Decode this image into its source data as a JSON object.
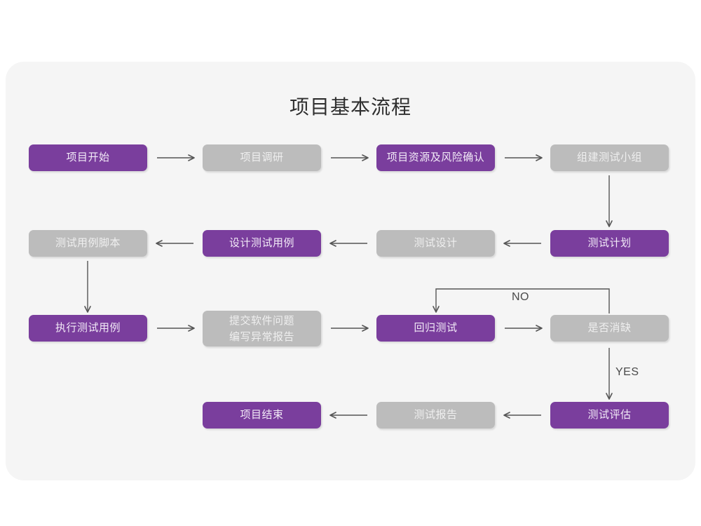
{
  "page": {
    "title": "项目基本流程",
    "background_color": "#ffffff",
    "card_color": "#f5f5f5"
  },
  "palette": {
    "purple": "#7a3e9d",
    "purple_text": "#f2eaf7",
    "gray": "#bcbcbc",
    "gray_text": "#efefef",
    "arrow": "#555555",
    "title_text": "#2f2f2f",
    "label_text": "#4a4a4a"
  },
  "nodes": [
    {
      "id": "n1",
      "label": "项目开始",
      "style": "purple",
      "row": 1
    },
    {
      "id": "n2",
      "label": "项目调研",
      "style": "gray",
      "row": 1
    },
    {
      "id": "n3",
      "label": "项目资源及风险确认",
      "style": "purple",
      "row": 1
    },
    {
      "id": "n4",
      "label": "组建测试小组",
      "style": "gray",
      "row": 1
    },
    {
      "id": "n5",
      "label": "测试用例脚本",
      "style": "gray",
      "row": 2
    },
    {
      "id": "n6",
      "label": "设计测试用例",
      "style": "purple",
      "row": 2
    },
    {
      "id": "n7",
      "label": "测试设计",
      "style": "gray",
      "row": 2
    },
    {
      "id": "n8",
      "label": "测试计划",
      "style": "purple",
      "row": 2
    },
    {
      "id": "n9",
      "label": "执行测试用例",
      "style": "purple",
      "row": 3
    },
    {
      "id": "n10",
      "label": "提交软件问题\n编写异常报告",
      "style": "gray",
      "row": 3
    },
    {
      "id": "n11",
      "label": "回归测试",
      "style": "purple",
      "row": 3
    },
    {
      "id": "n12",
      "label": "是否消缺",
      "style": "gray",
      "row": 3
    },
    {
      "id": "n13",
      "label": "项目结束",
      "style": "purple",
      "row": 4
    },
    {
      "id": "n14",
      "label": "测试报告",
      "style": "gray",
      "row": 4
    },
    {
      "id": "n15",
      "label": "测试评估",
      "style": "purple",
      "row": 4
    }
  ],
  "edge_labels": {
    "no": "NO",
    "yes": "YES"
  },
  "chart_data": {
    "type": "diagram",
    "title": "项目基本流程",
    "nodes": [
      "项目开始",
      "项目调研",
      "项目资源及风险确认",
      "组建测试小组",
      "测试用例脚本",
      "设计测试用例",
      "测试设计",
      "测试计划",
      "执行测试用例",
      "提交软件问题 编写异常报告",
      "回归测试",
      "是否消缺",
      "项目结束",
      "测试报告",
      "测试评估"
    ],
    "edges": [
      {
        "from": "项目开始",
        "to": "项目调研",
        "direction": "right",
        "label": ""
      },
      {
        "from": "项目调研",
        "to": "项目资源及风险确认",
        "direction": "right",
        "label": ""
      },
      {
        "from": "项目资源及风险确认",
        "to": "组建测试小组",
        "direction": "right",
        "label": ""
      },
      {
        "from": "组建测试小组",
        "to": "测试计划",
        "direction": "down",
        "label": ""
      },
      {
        "from": "测试计划",
        "to": "测试设计",
        "direction": "left",
        "label": ""
      },
      {
        "from": "测试设计",
        "to": "设计测试用例",
        "direction": "left",
        "label": ""
      },
      {
        "from": "设计测试用例",
        "to": "测试用例脚本",
        "direction": "left",
        "label": ""
      },
      {
        "from": "测试用例脚本",
        "to": "执行测试用例",
        "direction": "down",
        "label": ""
      },
      {
        "from": "执行测试用例",
        "to": "提交软件问题 编写异常报告",
        "direction": "right",
        "label": ""
      },
      {
        "from": "提交软件问题 编写异常报告",
        "to": "回归测试",
        "direction": "right",
        "label": ""
      },
      {
        "from": "回归测试",
        "to": "是否消缺",
        "direction": "right",
        "label": ""
      },
      {
        "from": "是否消缺",
        "to": "回归测试",
        "direction": "loop-up-left-down",
        "label": "NO"
      },
      {
        "from": "是否消缺",
        "to": "测试评估",
        "direction": "down",
        "label": "YES"
      },
      {
        "from": "测试评估",
        "to": "测试报告",
        "direction": "left",
        "label": ""
      },
      {
        "from": "测试报告",
        "to": "项目结束",
        "direction": "left",
        "label": ""
      }
    ]
  }
}
